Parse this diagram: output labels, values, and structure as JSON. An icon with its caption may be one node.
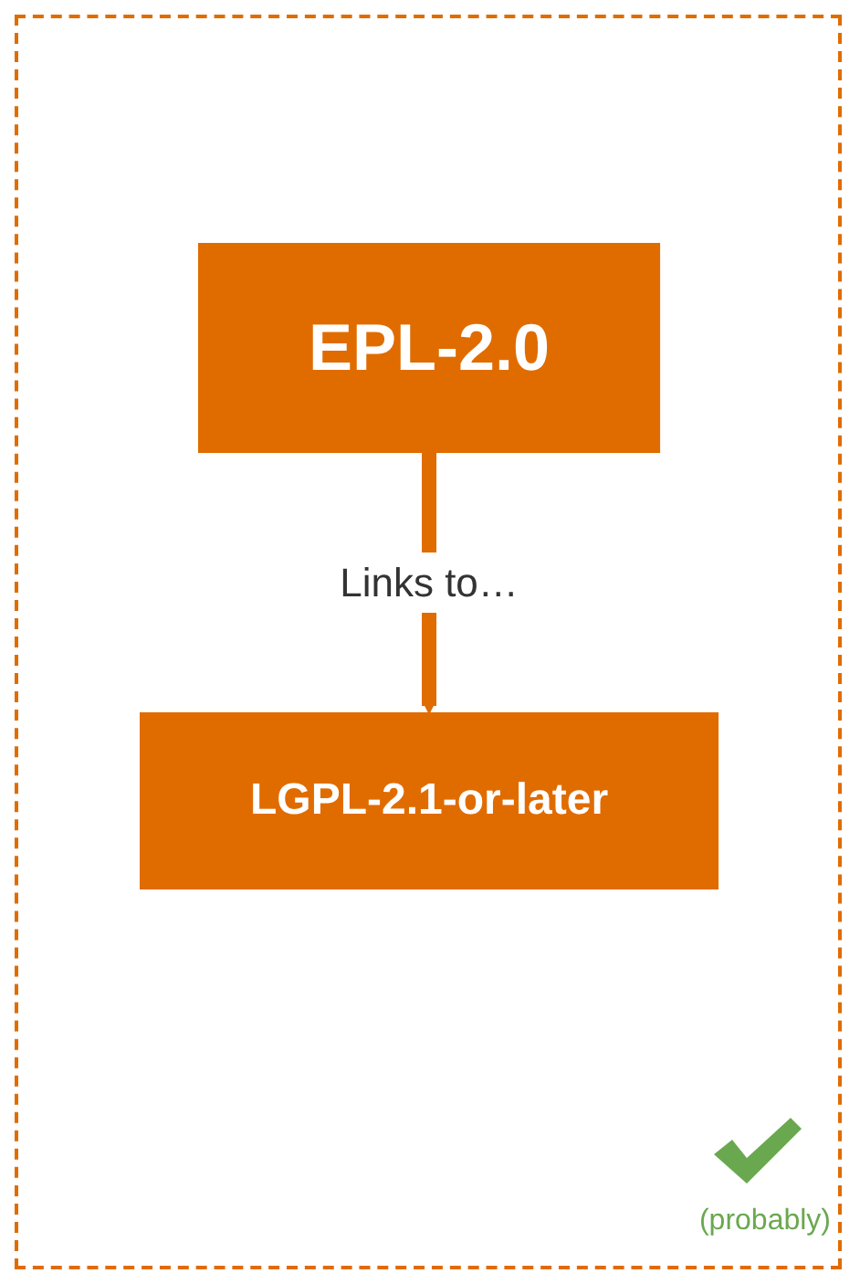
{
  "diagram": {
    "nodes": [
      {
        "text": [
          "EPL-2.0"
        ]
      },
      {
        "text": [
          "LGPL-2.1-or-later"
        ]
      }
    ],
    "edges": [
      {
        "from": 0,
        "to": 1,
        "arrow": "to",
        "label": "Links to…",
        "color": "#e06c00"
      }
    ],
    "labels": [
      "(probably)"
    ]
  }
}
